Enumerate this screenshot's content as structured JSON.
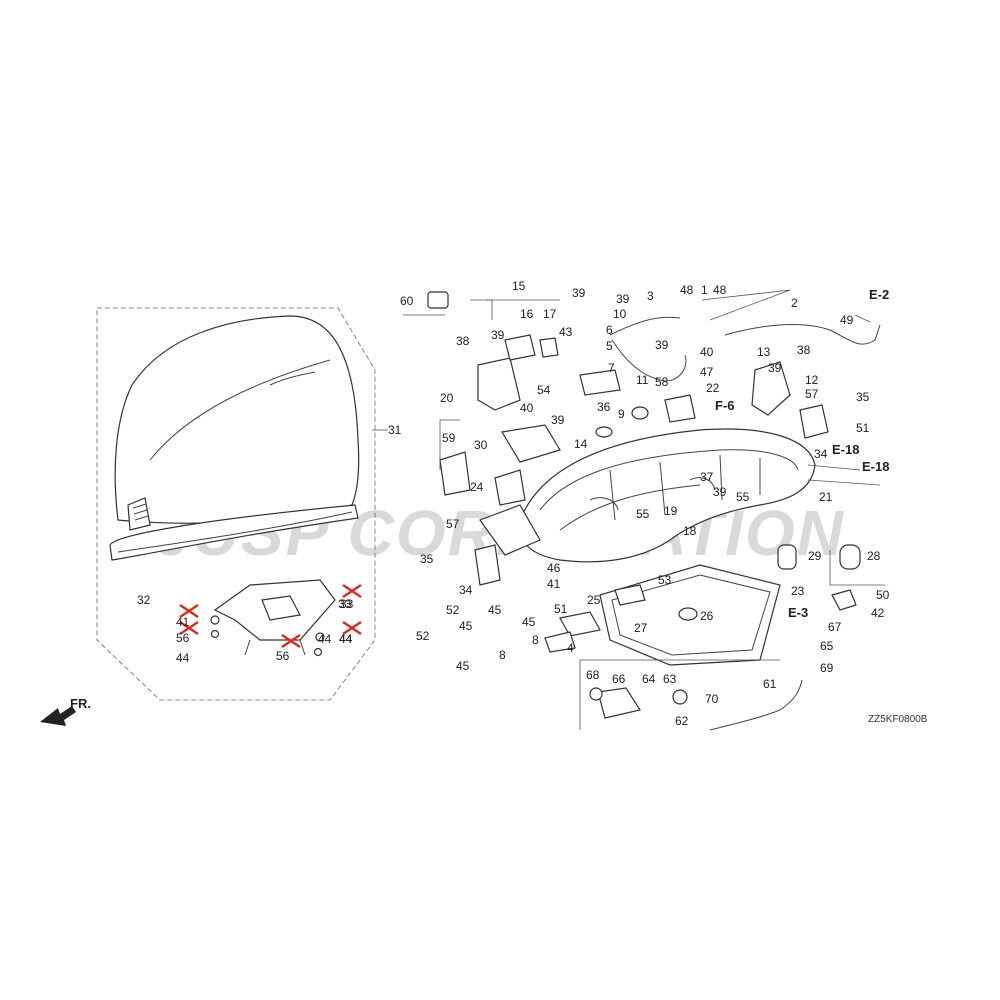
{
  "watermark": "JUSP CORPORATION",
  "diagram_code": "ZZ5KF0800B",
  "front_indicator": "FR.",
  "reference_tags": [
    "E-2",
    "F-6",
    "E-18",
    "E-18",
    "E-3"
  ],
  "part_numbers": [
    "60",
    "15",
    "39",
    "39",
    "3",
    "48",
    "1",
    "48",
    "2",
    "49",
    "16",
    "17",
    "43",
    "10",
    "6",
    "38",
    "39",
    "39",
    "5",
    "40",
    "13",
    "38",
    "7",
    "47",
    "12",
    "20",
    "54",
    "11",
    "58",
    "22",
    "39",
    "35",
    "40",
    "36",
    "9",
    "57",
    "39",
    "59",
    "30",
    "51",
    "14",
    "37",
    "34",
    "39",
    "55",
    "21",
    "24",
    "55",
    "19",
    "18",
    "29",
    "28",
    "57",
    "35",
    "46",
    "34",
    "41",
    "53",
    "23",
    "50",
    "52",
    "45",
    "45",
    "25",
    "51",
    "26",
    "42",
    "8",
    "27",
    "52",
    "45",
    "8",
    "4",
    "67",
    "65",
    "69",
    "45",
    "68",
    "66",
    "64",
    "63",
    "70",
    "61",
    "62",
    "31",
    "32",
    "33",
    "44",
    "56",
    "44",
    "56"
  ],
  "removed_parts": [
    "41",
    "44",
    "33",
    "44"
  ],
  "colors": {
    "line": "#333333",
    "removed_mark": "#d62a1e",
    "watermark": "#d9d9d9"
  }
}
